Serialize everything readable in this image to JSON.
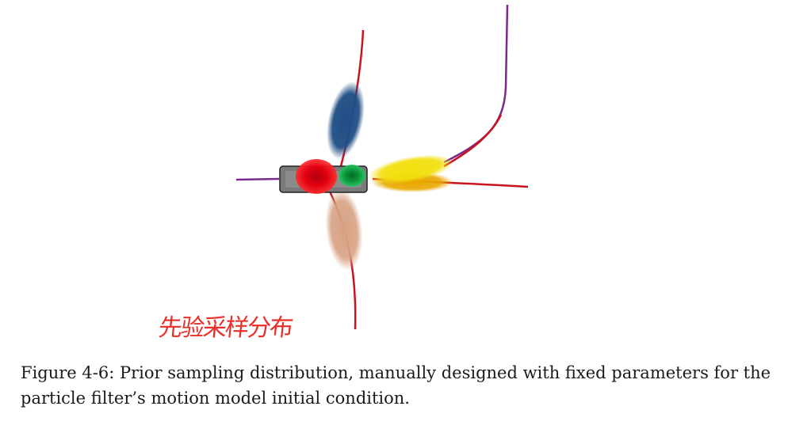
{
  "annotation": {
    "handwritten_text": "先验采样分布"
  },
  "caption": {
    "label": "Figure 4-6:",
    "text": "Prior sampling distribution, manually designed with fixed parameters for the particle filter’s motion model initial condition."
  },
  "figure": {
    "colors": {
      "trajectory_red": "#c8141e",
      "trajectory_purple": "#7b2a8c",
      "ellipse_blue": "#1f4e85",
      "ellipse_tan": "#d7a284",
      "ellipse_yellow": "#f2e010",
      "ellipse_orange": "#e8a800",
      "blob_red": "#e30012",
      "blob_green": "#0a9a3c",
      "vehicle_gray": "#7a7a7a"
    }
  }
}
